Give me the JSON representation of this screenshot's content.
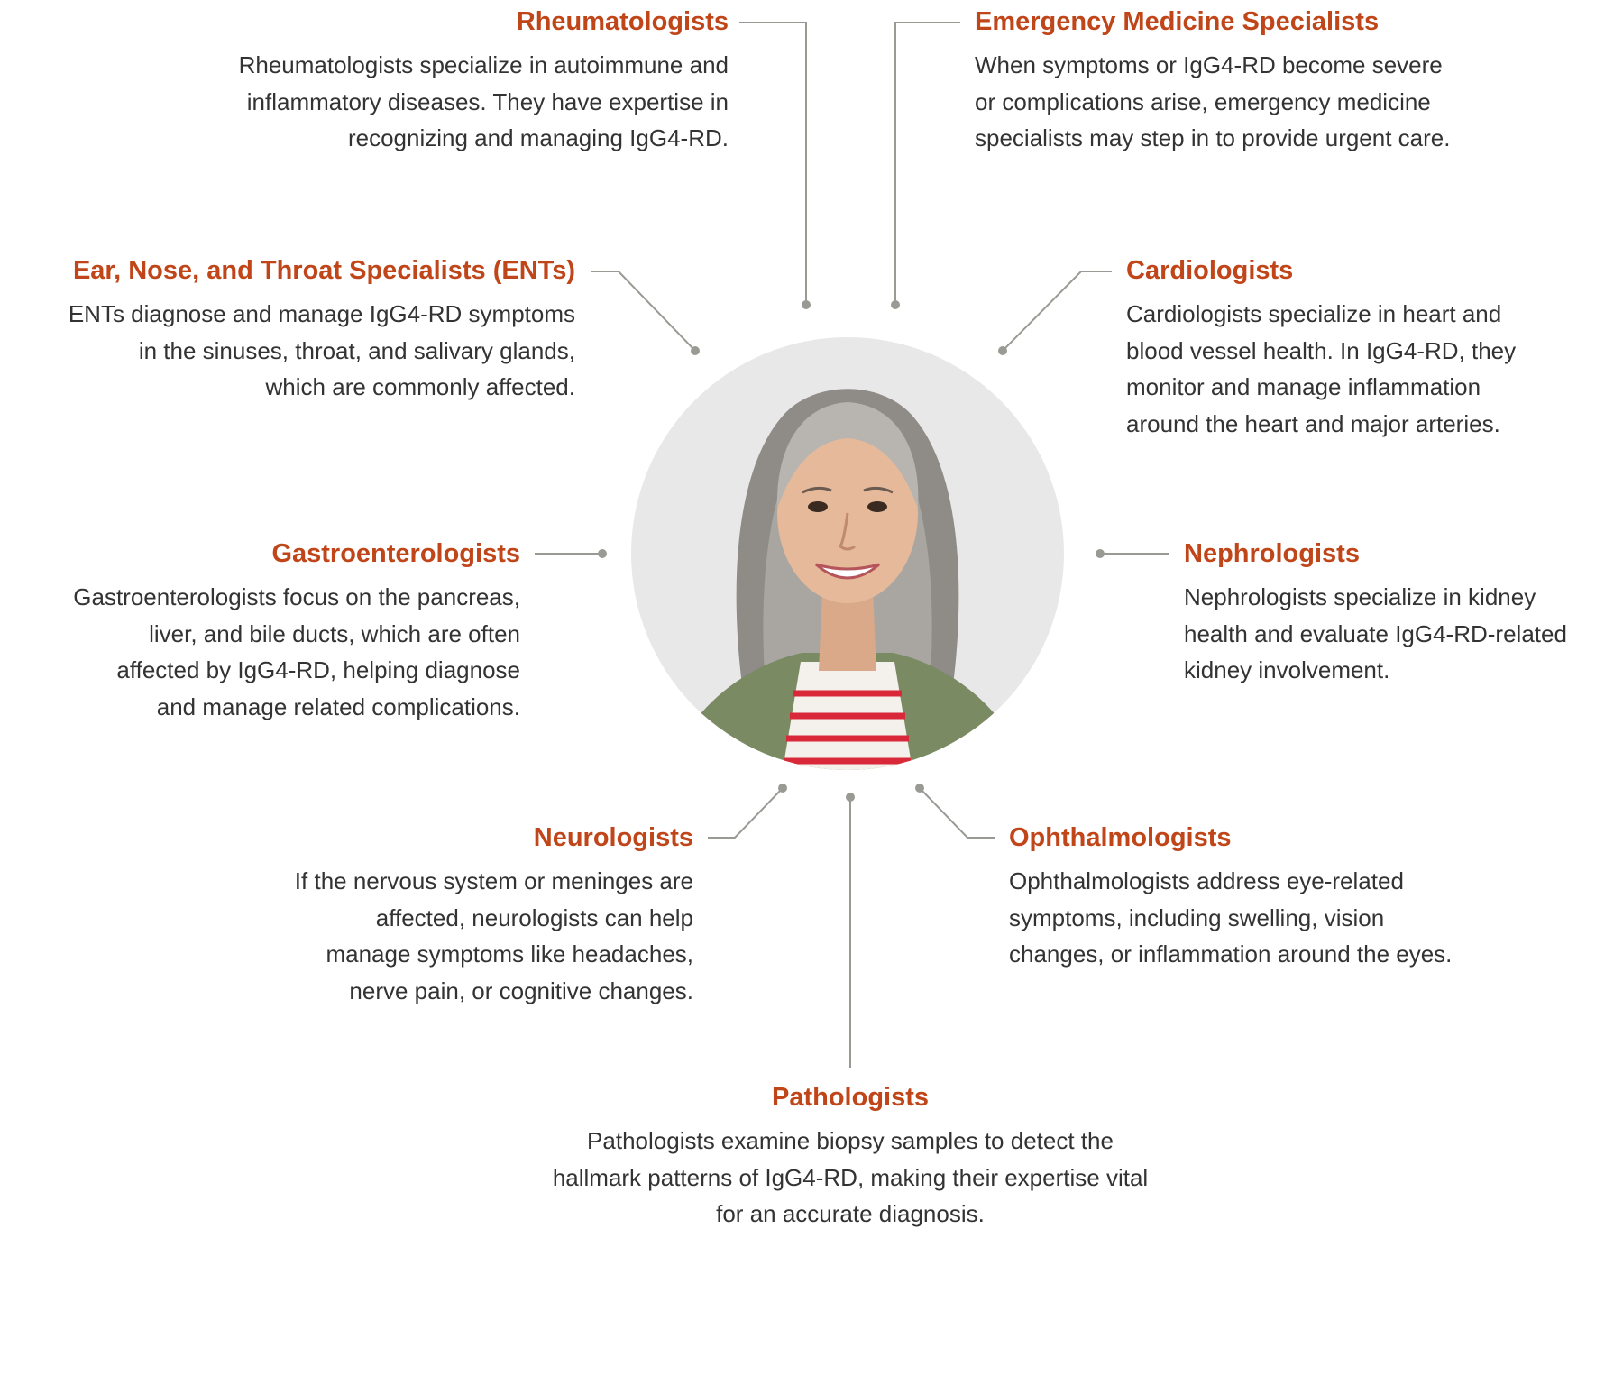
{
  "specialists": {
    "rheumatologists": {
      "title": "Rheumatologists",
      "lines": [
        "Rheumatologists specialize in autoimmune and",
        "inflammatory diseases. They have expertise in",
        "recognizing and managing IgG4-RD."
      ]
    },
    "emergency": {
      "title": "Emergency Medicine Specialists",
      "lines": [
        "When symptoms or IgG4-RD become severe",
        "or complications arise, emergency medicine",
        "specialists may step in to provide urgent care."
      ]
    },
    "ent": {
      "title": "Ear, Nose, and Throat Specialists (ENTs)",
      "lines": [
        "ENTs diagnose and manage IgG4-RD symptoms",
        "in the sinuses, throat, and salivary glands,",
        "which are commonly affected."
      ]
    },
    "cardiologists": {
      "title": "Cardiologists",
      "lines": [
        "Cardiologists specialize in heart and",
        "blood vessel health. In IgG4-RD, they",
        "monitor and manage inflammation",
        "around the heart and major arteries."
      ]
    },
    "gastroenterologists": {
      "title": "Gastroenterologists",
      "lines": [
        "Gastroenterologists focus on the pancreas,",
        "liver, and bile ducts, which are often",
        "affected by IgG4-RD, helping diagnose",
        "and manage related complications."
      ]
    },
    "nephrologists": {
      "title": "Nephrologists",
      "lines": [
        "Nephrologists specialize in kidney",
        "health and evaluate IgG4-RD-related",
        "kidney involvement."
      ]
    },
    "neurologists": {
      "title": "Neurologists",
      "lines": [
        "If the nervous system or meninges are",
        "affected, neurologists can help",
        "manage symptoms like headaches,",
        "nerve pain, or cognitive changes."
      ]
    },
    "ophthalmologists": {
      "title": "Ophthalmologists",
      "lines": [
        "Ophthalmologists address eye-related",
        "symptoms, including swelling, vision",
        "changes, or inflammation around the eyes."
      ]
    },
    "pathologists": {
      "title": "Pathologists",
      "lines": [
        "Pathologists examine biopsy samples to detect the",
        "hallmark patterns of IgG4-RD, making their expertise vital",
        "for an accurate diagnosis."
      ]
    }
  },
  "colors": {
    "title": "#c0461a",
    "body_text": "#333333",
    "connector": "#9a9a94",
    "portrait_bg": "#e8e8e8",
    "jacket": "#7a8a63",
    "shirt_stripe": "#d8283a"
  }
}
